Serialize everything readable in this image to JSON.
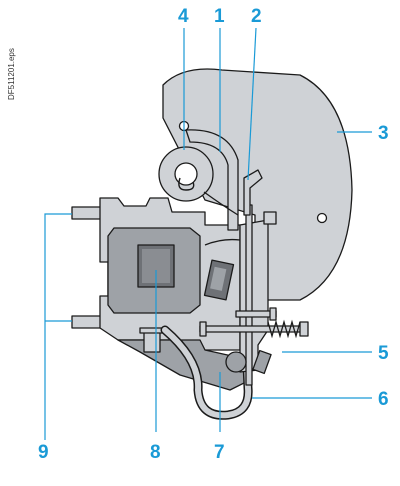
{
  "figure": {
    "side_code": "DF511201.eps",
    "callouts": [
      {
        "id": "n1",
        "label": "1"
      },
      {
        "id": "n2",
        "label": "2"
      },
      {
        "id": "n3",
        "label": "3"
      },
      {
        "id": "n4",
        "label": "4"
      },
      {
        "id": "n5",
        "label": "5"
      },
      {
        "id": "n6",
        "label": "6"
      },
      {
        "id": "n7",
        "label": "7"
      },
      {
        "id": "n8",
        "label": "8"
      },
      {
        "id": "n9",
        "label": "9"
      }
    ]
  },
  "colors": {
    "callout": "#1a9ad6",
    "body_fill": "#cfd2d6",
    "body_dark": "#9ea2a7",
    "core_fill": "#6e7176",
    "outline": "#1b1b1b"
  }
}
